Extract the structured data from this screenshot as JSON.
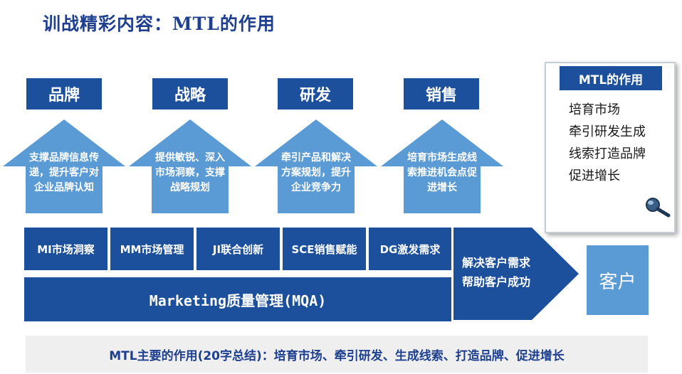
{
  "title": "训战精彩内容：MTL的作用",
  "categories": [
    {
      "label": "品牌",
      "arrow_text": "支撑品牌信息传递，提升客户对企业品牌认知"
    },
    {
      "label": "战略",
      "arrow_text": "提供敏锐、深入市场洞察，支撑战略规划"
    },
    {
      "label": "研发",
      "arrow_text": "牵引产品和解决方案规划，提升企业竞争力"
    },
    {
      "label": "销售",
      "arrow_text": "培育市场生成线索推进机会点促进增长"
    }
  ],
  "processes": [
    "MI市场洞察",
    "MM市场管理",
    "JI联合创新",
    "SCE销售赋能",
    "DG激发需求"
  ],
  "foundation": "Marketing质量管理(MQA)",
  "big_arrow": {
    "line1": "解决客户需求",
    "line2": "帮助客户成功"
  },
  "customer": "客户",
  "callout": {
    "header": "MTL的作用",
    "lines": [
      "培育市场",
      "牵引研发生成",
      "线索打造品牌",
      "促进增长"
    ],
    "icon": "magnifier-icon"
  },
  "summary": "MTL主要的作用(20字总结)：培育市场、牵引研发、生成线索、打造品牌、促进增长",
  "colors": {
    "dark_blue": "#1c4f9c",
    "light_blue": "#5b9bd5",
    "title_blue": "#1f3f8f"
  }
}
